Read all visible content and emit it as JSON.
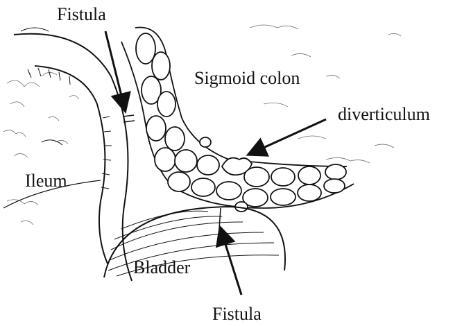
{
  "labels": {
    "fistula_top": "Fistula",
    "sigmoid_colon": "Sigmoid colon",
    "diverticulum": "diverticulum",
    "ileum": "Ileum",
    "bladder": "Bladder",
    "fistula_bottom": "Fistula"
  },
  "colors": {
    "ink": "#111111",
    "background": "#ffffff"
  }
}
